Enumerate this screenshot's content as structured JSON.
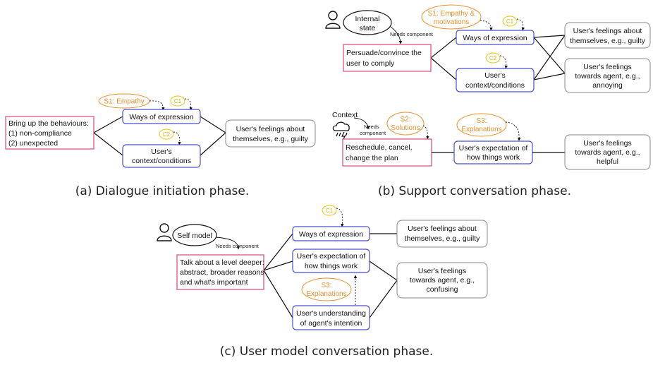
{
  "colors": {
    "pink_box": "#d9477a",
    "blue_box": "#4a4fc9",
    "gray_box": "#888888",
    "orange": "#e8912f",
    "yellow": "#e6c200",
    "line": "#111111"
  },
  "panel_a": {
    "caption": "(a) Dialogue initiation phase.",
    "start_box": [
      "Bring up the behaviours:",
      "(1) non-compliance",
      "(2) unexpected"
    ],
    "ways": "Ways of expression",
    "context": [
      "User's",
      "context/conditions"
    ],
    "s1": "S1: Empathy",
    "c1": "C1",
    "c2": "C2",
    "outcome": [
      "User's feelings about",
      "themselves, e.g., guilty"
    ]
  },
  "panel_b": {
    "caption": "(b) Support conversation phase.",
    "internal_state": [
      "Internal",
      "state"
    ],
    "needs_component": "Needs component",
    "persuade": [
      "Persuade/convince the",
      "user to comply"
    ],
    "s1": [
      "S1: Empathy &",
      "motivations"
    ],
    "c1": "C1",
    "c2": "C2",
    "ways": "Ways of expression",
    "context": [
      "User's",
      "context/conditions"
    ],
    "out_self": [
      "User's feelings about",
      "themselves, e.g., guilty"
    ],
    "out_agent": [
      "User's feelings",
      "towards agent, e.g.,",
      "annoying"
    ],
    "context_label": "Context",
    "needs_component_2": [
      "Needs",
      "component"
    ],
    "s2": [
      "S2:",
      "Solutions"
    ],
    "reschedule": [
      "Reschedule, cancel,",
      "change the plan"
    ],
    "s3": [
      "S3:",
      "Explanations"
    ],
    "expectation": [
      "User's expectation of",
      "how things work"
    ],
    "out_helpful": [
      "User's feelings",
      "towards agent, e.g.,",
      "helpful"
    ]
  },
  "panel_c": {
    "caption": "(c) User model conversation phase.",
    "self_model": "Self model",
    "needs_component": "Needs component",
    "talk": [
      "Talk about a level deeper:",
      "abstract, broader reasons",
      "and what's important"
    ],
    "c1": "C1",
    "ways": "Ways of expression",
    "expectation": [
      "User's expectation of",
      "how things work"
    ],
    "s3": [
      "S3:",
      "Explanations"
    ],
    "understanding": [
      "User's understanding",
      "of agent's intention"
    ],
    "out_self": [
      "User's feelings about",
      "themselves, e.g., guilty"
    ],
    "out_agent": [
      "User's feelings",
      "towards agent, e.g.,",
      "confusing"
    ]
  }
}
